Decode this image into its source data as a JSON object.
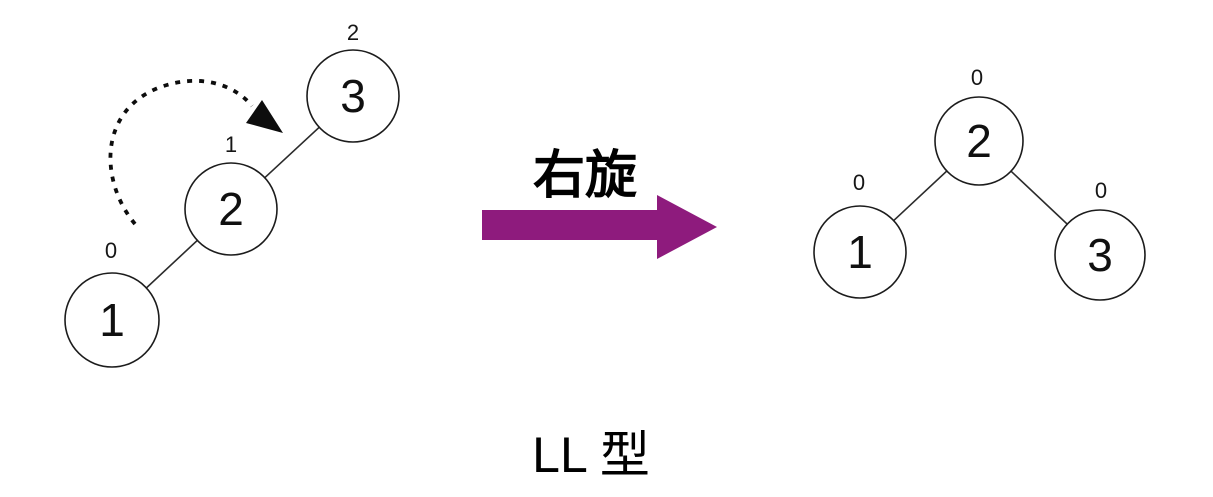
{
  "caption": "LL 型",
  "operation": {
    "label": "右旋"
  },
  "colors": {
    "unbalanced_node_fill": "#e8232a",
    "rebalanced_node_fill": "#6ebf4e",
    "normal_node_fill": "#ffffff",
    "operation_arrow": "#8e1b7d"
  },
  "before_tree": {
    "nodes": [
      {
        "value": "1",
        "balance_factor": "0"
      },
      {
        "value": "2",
        "balance_factor": "1"
      },
      {
        "value": "3",
        "balance_factor": "2"
      }
    ]
  },
  "after_tree": {
    "nodes": [
      {
        "value": "2",
        "balance_factor": "0"
      },
      {
        "value": "1",
        "balance_factor": "0"
      },
      {
        "value": "3",
        "balance_factor": "0"
      }
    ]
  }
}
